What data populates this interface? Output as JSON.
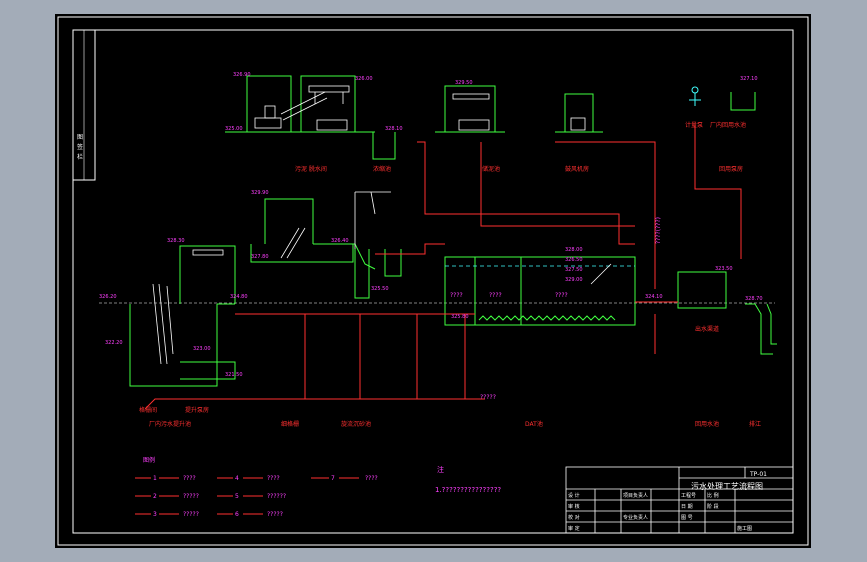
{
  "drawing": {
    "main_labels": {
      "screen_room": "格栅间",
      "lift_pump": "提升泵房",
      "factory_inlet": "厂内污水提升池",
      "fine_screen": "细格栅",
      "grit": "旋流沉砂池",
      "dissolved": "DAT池",
      "sludge_dewater": "污泥  脱水间",
      "sludge_conc": "浓缩池",
      "sludge_room": "储泥池",
      "blower": "鼓风机房",
      "uv": "计量泵",
      "mech": "厂内回用水池",
      "reuse": "回用泵房",
      "outfall": "出水渠道",
      "recycle": "回用水池",
      "discharge": "排江"
    },
    "elevation_marks": [
      "326.90",
      "326.00",
      "325.00",
      "328.10",
      "329.50",
      "327.10",
      "329.90",
      "328.30",
      "327.80",
      "326.40",
      "325.50",
      "328.00",
      "326.50",
      "327.50",
      "329.00",
      "325.80",
      "326.20",
      "324.80",
      "321.50",
      "322.20",
      "323.00",
      "324.10",
      "323.50",
      "328.70"
    ],
    "question_labels": [
      "????",
      "????",
      "????",
      "?????"
    ],
    "vertical_pipe_label": "????(???)",
    "legend": {
      "title": "图例",
      "items": [
        {
          "num": "1",
          "text": "????"
        },
        {
          "num": "2",
          "text": "?????"
        },
        {
          "num": "3",
          "text": "?????"
        },
        {
          "num": "4",
          "text": "????"
        },
        {
          "num": "5",
          "text": "??????"
        },
        {
          "num": "6",
          "text": "?????"
        },
        {
          "num": "7",
          "text": "????"
        }
      ]
    },
    "note": {
      "title": "注",
      "text": "1.????????????????"
    },
    "title_block": {
      "main_title": "污水处理工艺流程图",
      "top_right": "TP-01",
      "cells": [
        "设  计",
        "审  核",
        "校  对",
        "工程号",
        "日  期",
        "图  号",
        "项目负责人",
        "比  例",
        "专业负责人",
        "阶  段",
        "审  定",
        "施工图"
      ]
    },
    "side_stamp": [
      "图",
      "签",
      "栏"
    ]
  },
  "colors": {
    "background": "#000000",
    "border": "#ffffff",
    "structure": "#40ff40",
    "pipe": "#ff3030",
    "water": "#40ffff",
    "text": "#ff40ff",
    "equipment": "#ffffff"
  }
}
